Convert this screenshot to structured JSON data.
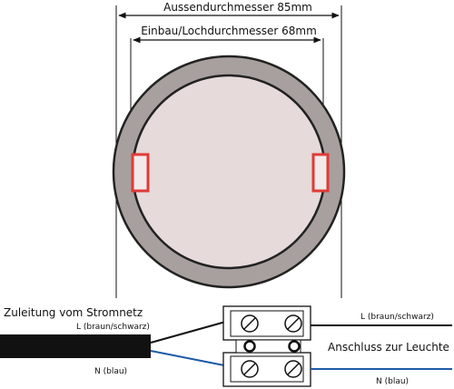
{
  "dimensions": {
    "outer_diameter_label": "Aussendurchmesser 85mm",
    "cutout_diameter_label": "Einbau/Lochdurchmesser 68mm"
  },
  "wiring": {
    "supply_label": "Zuleitung vom Stromnetz",
    "supply_live_label": "L (braun/schwarz)",
    "supply_neutral_label": "N (blau)",
    "lamp_connection_label": "Anschluss zur Leuchte",
    "lamp_live_label": "L (braun/schwarz)",
    "lamp_neutral_label": "N (blau)"
  },
  "colors": {
    "ring": "#a8a09e",
    "face": "#e6dada",
    "clip": "#e03a36",
    "neutral_wire": "#1f5aa8",
    "live_wire": "#111111",
    "cable": "#111111"
  }
}
